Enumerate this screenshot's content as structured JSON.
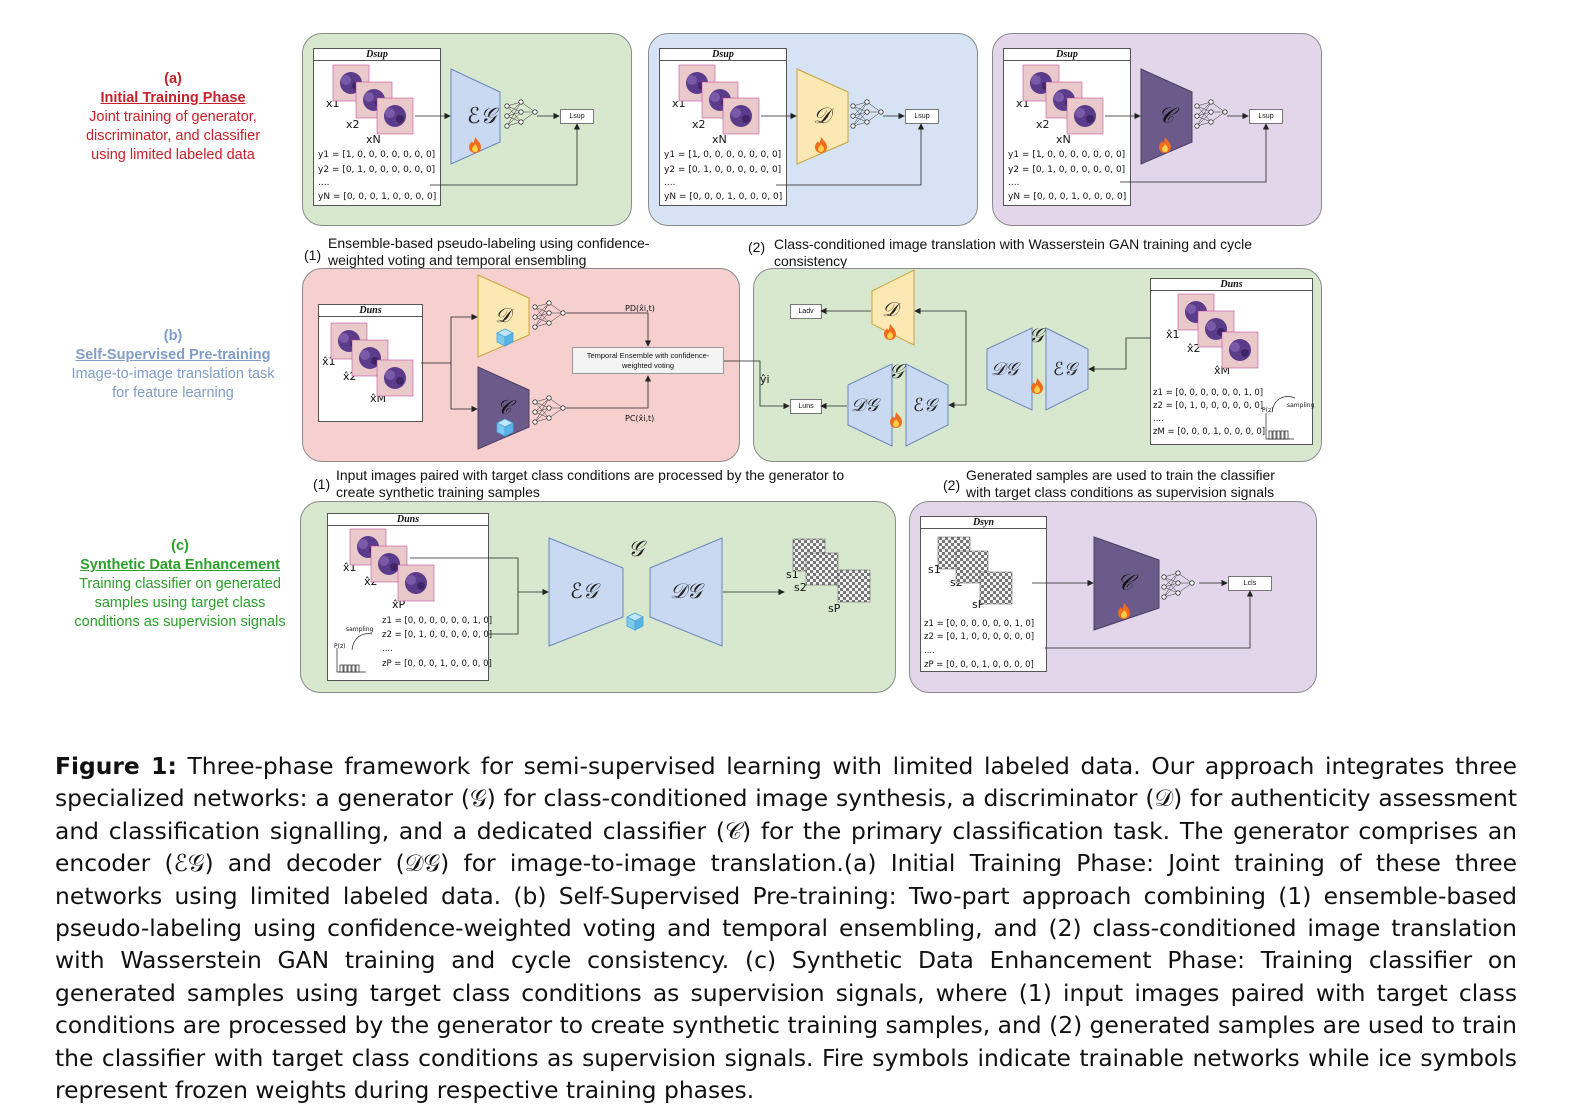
{
  "phases": {
    "a": {
      "letter": "(a)",
      "title": "Initial Training Phase",
      "desc": [
        "Joint training of generator,",
        "discriminator, and classifier",
        "using limited labeled data"
      ],
      "color": "#c8202a"
    },
    "b": {
      "letter": "(b)",
      "title": "Self-Supervised Pre-training",
      "desc": [
        "Image-to-image translation task",
        "for feature learning"
      ],
      "color": "#7f9dc7"
    },
    "c": {
      "letter": "(c)",
      "title": "Synthetic Data Enhancement",
      "desc": [
        "Training classifier on generated",
        "samples using target class",
        "conditions as supervision signals"
      ],
      "color": "#2aa02a"
    }
  },
  "datasets": {
    "sup": "Dsup",
    "uns": "Duns",
    "syn": "Dsyn"
  },
  "row_a": {
    "x_labels": [
      "x1",
      "x2",
      "xN"
    ],
    "y_lines": [
      "y1 = [1, 0, 0, 0, 0, 0, 0, 0]",
      "y2 = [0, 1, 0, 0, 0, 0, 0, 0]",
      "....",
      "yN = [0, 0, 0, 1, 0, 0, 0, 0]"
    ],
    "loss": "Lsup",
    "networks": [
      "ℰ𝒢",
      "𝒟",
      "𝒞"
    ]
  },
  "row_b": {
    "sub1": {
      "num": "(1)",
      "text": [
        "Ensemble-based pseudo-labeling using confidence-",
        "weighted voting and temporal ensembling"
      ]
    },
    "sub2": {
      "num": "(2)",
      "text": [
        "Class-conditioned image translation with Wasserstein GAN training and cycle",
        "consistency"
      ]
    },
    "x_labels": [
      "x̂1",
      "x̂2",
      "x̂M"
    ],
    "pd": "PD(x̂i,t)",
    "pc": "PC(x̂i,t)",
    "ensemble_box": [
      "Temporal Ensemble with confidence-",
      "weighted voting"
    ],
    "yhat": "ŷi",
    "loss_adv": "Ladv",
    "loss_uns": "Luns",
    "z_lines": [
      "z1 = [0, 0, 0, 0, 0, 0, 1, 0]",
      "z2 = [0, 1, 0, 0, 0, 0, 0, 0]",
      "....",
      "zM = [0, 0, 0, 1, 0, 0, 0, 0]"
    ],
    "sampling": "sampling",
    "pz": "P(z)"
  },
  "row_c": {
    "sub1": {
      "num": "(1)",
      "text": [
        "Input images paired with target class conditions are processed by the generator to",
        "create synthetic training samples"
      ]
    },
    "sub2": {
      "num": "(2)",
      "text": [
        "Generated samples are used to train the classifier",
        "with target class conditions as supervision signals"
      ]
    },
    "x_labels": [
      "x̂1",
      "x̂2",
      "x̂P"
    ],
    "z_lines": [
      "z1 = [0, 0, 0, 0, 0, 0, 1, 0]",
      "z2 = [0, 1, 0, 0, 0, 0, 0, 0]",
      "....",
      "zP = [0, 0, 0, 1, 0, 0, 0, 0]"
    ],
    "s_labels": [
      "s1",
      "s2",
      "sP"
    ],
    "loss": "Lcls",
    "sampling": "sampling",
    "pz": "P(z)"
  },
  "caption": {
    "label": "Figure 1:",
    "text": "Three-phase framework for semi-supervised learning with limited labeled data. Our approach integrates three specialized networks: a generator (𝒢) for class-conditioned image synthesis, a discriminator (𝒟) for authenticity assessment and classification signalling, and a dedicated classifier (𝒞) for the primary classification task. The generator comprises an encoder (ℰ𝒢) and decoder (𝒟𝒢) for image-to-image translation.(a) Initial Training Phase: Joint training of these three networks using limited labeled data. (b) Self-Supervised Pre-training: Two-part approach combining (1) ensemble-based pseudo-labeling using confidence-weighted voting and temporal ensembling, and (2) class-conditioned image translation with Wasserstein GAN training and cycle consistency. (c) Synthetic Data Enhancement Phase: Training classifier on generated samples using target class conditions as supervision signals, where (1) input images paired with target class conditions are processed by the generator to create synthetic training samples, and (2) generated samples are used to train the classifier with target class conditions as supervision signals. Fire symbols indicate trainable networks while ice symbols represent frozen weights during respective training phases."
  },
  "colors": {
    "green_panel": "#d7e8cf",
    "blue_panel": "#d5e3f5",
    "purple_panel": "#e3d6ea",
    "pink_panel": "#f6cfcf",
    "encoder": "#c9d9f2",
    "disc": "#fbe8b2",
    "classifier": "#6c5b8a"
  },
  "icons": {
    "fire": "fire-icon",
    "ice": "ice-cube-icon"
  }
}
